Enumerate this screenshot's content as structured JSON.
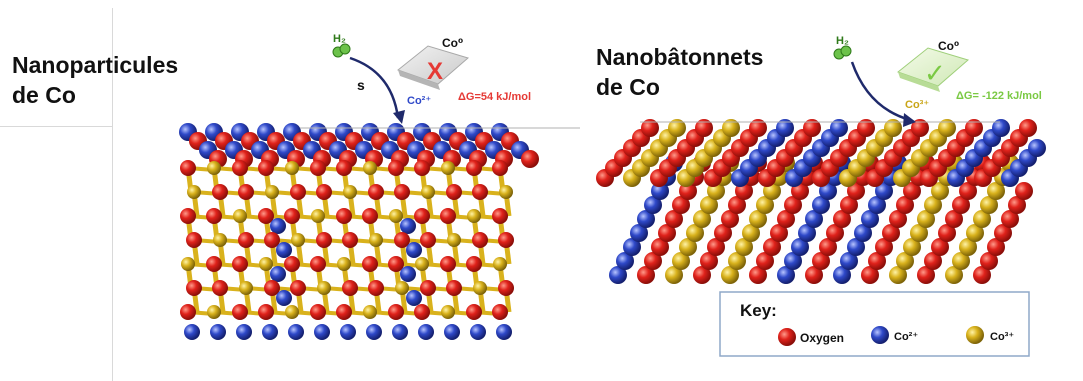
{
  "left_panel": {
    "title_line1": "Nanoparticules",
    "title_line2": "de Co",
    "h2_label": "H₂",
    "s_label": "s",
    "co0_label": "Co⁰",
    "co2_label": "Co²⁺",
    "energy_label": "ΔG=54 kJ/mol",
    "status_mark": "X"
  },
  "right_panel": {
    "title_line1": "Nanobâtonnets",
    "title_line2": "de Co",
    "h2_label": "H₂",
    "co0_label": "Co⁰",
    "co3_label": "Co³⁺",
    "energy_label": "ΔG= -122 kJ/mol",
    "status_mark": "✓"
  },
  "key": {
    "title": "Key:",
    "items": [
      {
        "label": "Oxygen",
        "color": "#e0221b"
      },
      {
        "label": "Co²⁺",
        "color": "#2f49c9"
      },
      {
        "label": "Co³⁺",
        "color": "#d9b21c"
      }
    ]
  },
  "colors": {
    "oxygen": "#e0221b",
    "co2": "#2f49c9",
    "co3": "#d9b21c",
    "energy_bad": "#e53935",
    "energy_good": "#7ac943",
    "arrow": "#1f2a6b",
    "h2": "#6cc24a"
  }
}
